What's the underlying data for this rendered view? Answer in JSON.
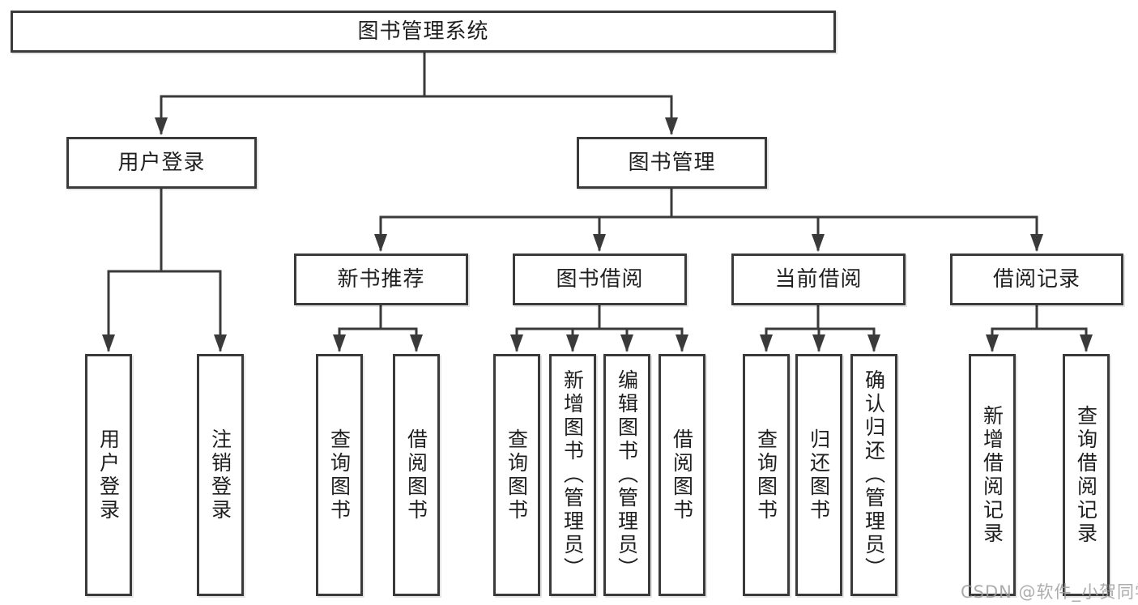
{
  "tree": {
    "root": {
      "label": "图书管理系统"
    },
    "branches": {
      "user_login": {
        "label": "用户登录",
        "children": {
          "login": {
            "label": "用户登录"
          },
          "logout": {
            "label": "注销登录"
          }
        }
      },
      "book_mgmt": {
        "label": "图书管理",
        "children": {
          "new_book_recommend": {
            "label": "新书推荐",
            "children": {
              "query_book": {
                "label": "查询图书"
              },
              "borrow_book": {
                "label": "借阅图书"
              }
            }
          },
          "book_borrow": {
            "label": "图书借阅",
            "children": {
              "query_book": {
                "label": "查询图书"
              },
              "add_book_admin": {
                "label": "新增图书（管理员）"
              },
              "edit_book_admin": {
                "label": "编辑图书（管理员）"
              },
              "borrow_book": {
                "label": "借阅图书"
              }
            }
          },
          "current_borrow": {
            "label": "当前借阅",
            "children": {
              "query_book": {
                "label": "查询图书"
              },
              "return_book": {
                "label": "归还图书"
              },
              "confirm_return_admin": {
                "label": "确认归还（管理员）"
              }
            }
          },
          "borrow_records": {
            "label": "借阅记录",
            "children": {
              "add_record": {
                "label": "新增借阅记录"
              },
              "query_record": {
                "label": "查询借阅记录"
              }
            }
          }
        }
      }
    }
  },
  "watermark": {
    "text": "CSDN @软件_小贺同学"
  },
  "colors": {
    "line": "#3a3a3a",
    "text": "#1f1f1f",
    "background": "#ffffff",
    "watermark": "#9e9e9e"
  }
}
